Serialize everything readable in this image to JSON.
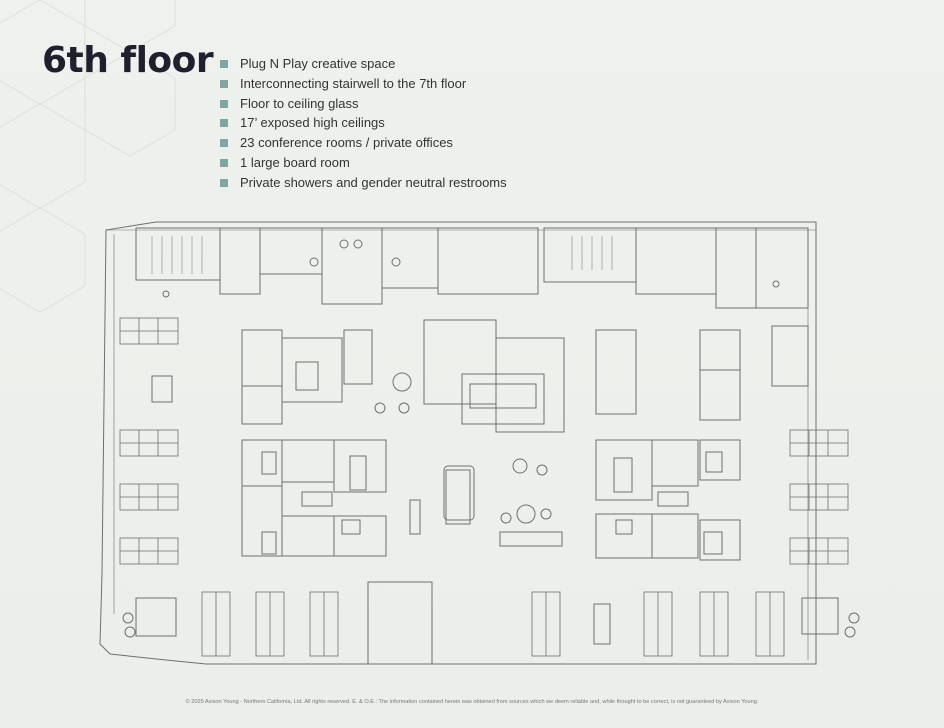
{
  "page": {
    "title": "6th floor",
    "features": [
      "Plug N Play creative space",
      "Interconnecting stairwell to the 7th floor",
      "Floor to ceiling glass",
      "17’ exposed high ceilings",
      "23 conference rooms / private offices",
      "1 large board room",
      "Private showers and gender neutral restrooms"
    ],
    "footer": "© 2025 Avison Young - Northern California, Ltd. All rights reserved.  E. & O.E.: The information contained herein was obtained from sources which we deem reliable and, while thought to be correct, is not guaranteed by Avison Young."
  },
  "colors": {
    "background": "#eef0ed",
    "title": "#1f1f2e",
    "bullet": "#7fa6a2",
    "plan_line": "#6f6f6f"
  }
}
